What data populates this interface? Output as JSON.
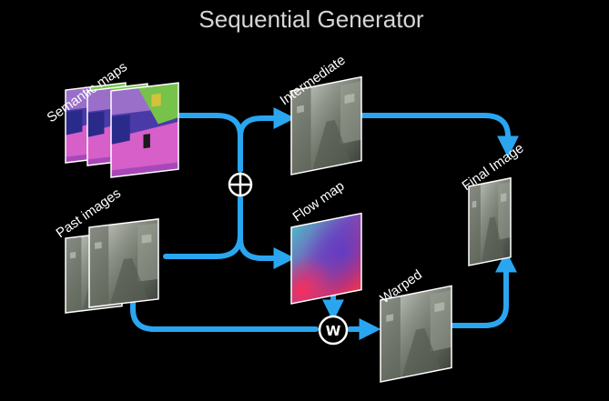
{
  "title": "Sequential Generator",
  "labels": {
    "semantic_maps": "Semantic maps",
    "past_images": "Past images",
    "intermediate": "Intermediate",
    "flow_map": "Flow map",
    "warped": "Warped",
    "final_image": "Final Image"
  },
  "operators": {
    "combine": "⊕",
    "warp": "W"
  },
  "colors": {
    "background": "#000000",
    "arrow": "#2aa6f0",
    "text": "#ffffff",
    "title": "#d6d6d6"
  }
}
